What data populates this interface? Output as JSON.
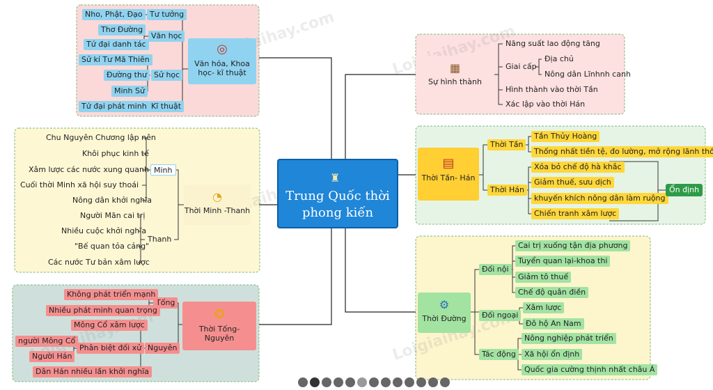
{
  "center": {
    "title": "Trung Quốc thời phong kiến"
  },
  "watermark": "Loigiaihay.com",
  "van_hoa": {
    "title": "Văn hóa, Khoa học- kĩ thuật",
    "tu_tuong": {
      "label": "Tư tưởng",
      "items": [
        "Nho, Phật, Đạo"
      ]
    },
    "van_hoc": {
      "label": "Văn học",
      "items": [
        "Thơ Đường",
        "Tứ đại danh tác"
      ]
    },
    "su_hoc": {
      "label": "Sử học",
      "items": [
        "Sử kí Tư Mã Thiên",
        "Đường thư",
        "Minh Sử"
      ]
    },
    "ki_thuat": {
      "label": "Kĩ thuật",
      "items": [
        "Tứ đại phát minh"
      ]
    }
  },
  "minh_thanh": {
    "title": "Thời Minh -Thanh",
    "minh": {
      "label": "Minh",
      "items": [
        "Chu Nguyên Chương lập nên",
        "Khôi phục kinh tế",
        "Xâm lược các nước xung quanh",
        "Cuối thời Minh xã hội suy thoái",
        "Nông dân khởi nghĩa"
      ]
    },
    "thanh": {
      "label": "Thanh",
      "items": [
        "Người Mãn cai trị",
        "Nhiều cuộc khởi nghĩa",
        "\"Bế quan tỏa cảng\"",
        "Các nước Tư bản xâm lược"
      ]
    }
  },
  "tong_nguyen": {
    "title": "Thời Tống- Nguyên",
    "tong": {
      "label": "Tống",
      "items": [
        "Không phát triển mạnh",
        "Nhiều phát minh quan trọng"
      ]
    },
    "nguyen": {
      "label": "Nguyên",
      "items": [
        "Mông Cổ xâm lược",
        "Dân Hán nhiều lần khởi nghĩa"
      ]
    },
    "phan_biet": {
      "label": "Phân biệt đối xử",
      "items": [
        "người Mông Cổ",
        "Người Hán"
      ]
    }
  },
  "hinh_thanh": {
    "title": "Sự hình thành",
    "items": [
      "Năng suất lao động tăng",
      "Hình thành vào thời Tần",
      "Xác lập vào thời Hán"
    ],
    "giai_cap": {
      "label": "Giai cấp",
      "items": [
        "Địa chủ",
        "Nông dân Lĩnhnh canh"
      ]
    }
  },
  "tan_han": {
    "title": "Thời Tần-  Hán",
    "tan": {
      "label": "Thời Tần",
      "items": [
        "Tần Thủy Hoàng",
        "Thống nhất tiền tệ, đo lường, mở rộng lãnh thổ"
      ]
    },
    "han": {
      "label": "Thời Hán",
      "items": [
        "Xóa bỏ chế độ hà khắc",
        "Giảm thuế, sưu dịch",
        "khuyến khích nông dân làm ruộng",
        "Chiến tranh xâm lược"
      ]
    },
    "on_dinh": "Ổn định"
  },
  "duong": {
    "title": "Thời Đường",
    "doi_noi": {
      "label": "Đối nội",
      "items": [
        "Cai trị xuống tận địa phương",
        "Tuyển quan lại-khoa thi",
        "Giảm tô thuế",
        "Chế độ quân điền"
      ]
    },
    "doi_ngoai": {
      "label": "Đối ngoại",
      "items": [
        "Xâm lược",
        "Đô hộ An Nam"
      ]
    },
    "tac_dong": {
      "label": "Tác động",
      "items": [
        "Nông nghiệp phát triển",
        "Xã hội ổn định",
        "Quốc gia cường thịnh nhất châu Á"
      ]
    }
  },
  "colors": {
    "center": "#1f86d8",
    "green_node": "#a2e3a2",
    "yellow_node": "#ffd73a",
    "pink_node": "#f58f8f",
    "blue_node": "#8fd3f0",
    "badge": "#2e9b46"
  }
}
